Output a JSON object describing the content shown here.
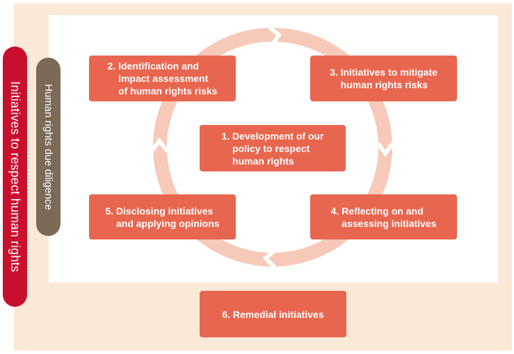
{
  "side_labels": {
    "outer": "Initiatives to respect human rights",
    "inner": "Human rights due diligence"
  },
  "steps": [
    {
      "label": "1. Development of our\n    policy to respect\n    human rights"
    },
    {
      "label": "2. Identification and\n    impact assessment\n    of human rights risks"
    },
    {
      "label": "3. Initiatives to mitigate\n    human rights risks"
    },
    {
      "label": "4. Reflecting on and\n    assessing initiatives"
    },
    {
      "label": "5. Disclosing initiatives\n    and applying opinions"
    },
    {
      "label": "6. Remedial initiatives"
    }
  ],
  "colors": {
    "outer_background": "#fbe9d7",
    "step_box": "#e8664f",
    "cycle_ring": "#f7c9b8",
    "outer_pill": "#c8102e",
    "inner_pill": "#7b6a56"
  }
}
